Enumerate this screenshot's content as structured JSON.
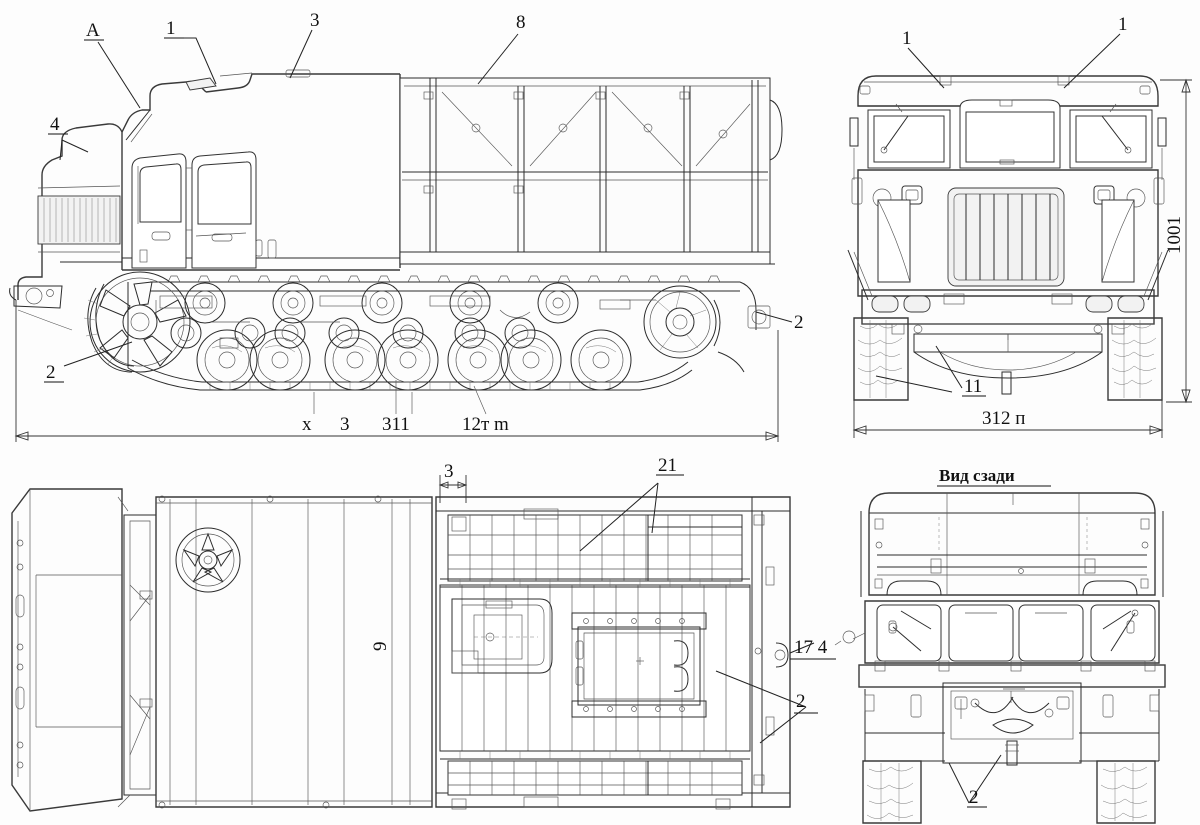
{
  "drawing": {
    "subject": "Tracked artillery tractor — general arrangement blueprint",
    "background_color": "#fdfdfd",
    "line_color": "#2c2c2c",
    "accent_fill": "#f2f2f2"
  },
  "views": {
    "side": {
      "name": "Side elevation (left)",
      "callouts": [
        {
          "id": "a",
          "text": "A"
        },
        {
          "id": "c1",
          "text": "1"
        },
        {
          "id": "c3",
          "text": "3"
        },
        {
          "id": "c8",
          "text": "8"
        },
        {
          "id": "c4",
          "text": "4"
        },
        {
          "id": "c2l",
          "text": "2"
        },
        {
          "id": "c2r",
          "text": "2"
        }
      ],
      "lower_labels": [
        {
          "text": "х"
        },
        {
          "text": "3"
        },
        {
          "text": "311"
        },
        {
          "text": "12т m"
        }
      ],
      "dimension": {
        "label": "",
        "arrows": "both"
      }
    },
    "front": {
      "name": "Front elevation",
      "callouts": [
        {
          "id": "f1l",
          "text": "1"
        },
        {
          "id": "f1r",
          "text": "1"
        },
        {
          "id": "f11",
          "text": "11"
        }
      ],
      "width_dimension": "312 п",
      "height_dimension": "1001"
    },
    "top": {
      "name": "Plan (top) view",
      "callouts": [
        {
          "id": "t3",
          "text": "3"
        },
        {
          "id": "t21",
          "text": "21"
        },
        {
          "id": "t9",
          "text": "9"
        },
        {
          "id": "t17",
          "text": "17 4"
        },
        {
          "id": "t2",
          "text": "2"
        }
      ]
    },
    "rear": {
      "name": "Rear elevation",
      "title": "Вид сзади",
      "callouts": [
        {
          "id": "r2",
          "text": "2"
        }
      ]
    }
  }
}
